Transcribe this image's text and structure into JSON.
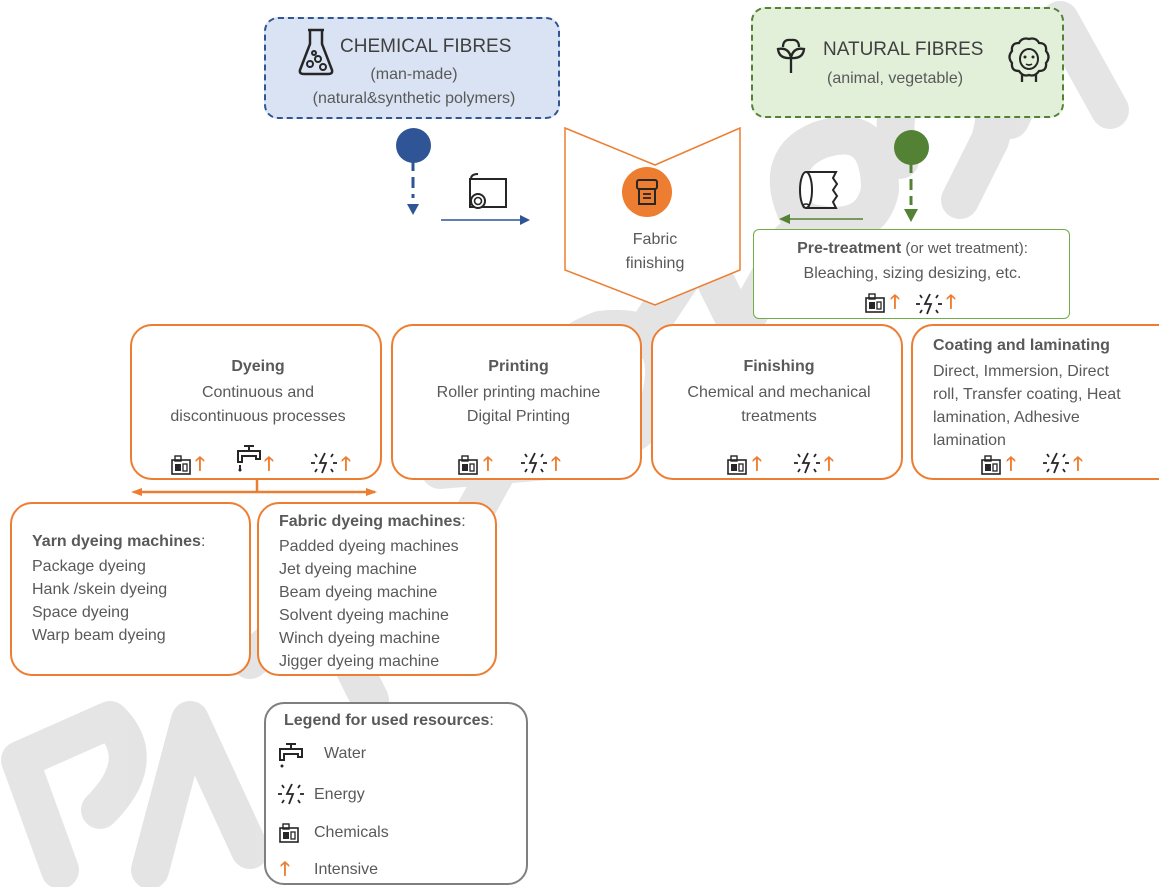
{
  "chemical": {
    "title": "CHEMICAL FIBRES",
    "sub1": "(man-made)",
    "sub2": "(natural&synthetic polymers)",
    "fill": "#dae3f3",
    "border": "#2f5597"
  },
  "natural": {
    "title": "NATURAL FIBRES",
    "sub1": "(animal, vegetable)",
    "fill": "#e2f0d9",
    "border": "#548235"
  },
  "center": {
    "line1": "Fabric",
    "line2": "finishing",
    "accent": "#ed7d31"
  },
  "pretreatment": {
    "title": "Pre-treatment",
    "title_suffix": " (or wet treatment):",
    "line": "Bleaching, sizing desizing, etc."
  },
  "dyeing": {
    "title": "Dyeing",
    "line1": "Continuous and",
    "line2": "discontinuous processes"
  },
  "printing": {
    "title": "Printing",
    "line1": "Roller printing machine",
    "line2": "Digital Printing"
  },
  "finishing": {
    "title": "Finishing",
    "line1": "Chemical and mechanical",
    "line2": "treatments"
  },
  "coating": {
    "title": "Coating and laminating",
    "lines": [
      "Direct, Immersion, Direct",
      "roll, Transfer coating, Heat",
      "lamination, Adhesive",
      "lamination"
    ]
  },
  "yarn": {
    "title": "Yarn dyeing machines",
    "title_suffix": ":",
    "items": [
      "Package dyeing",
      "Hank /skein dyeing",
      "Space dyeing",
      "Warp beam dyeing"
    ]
  },
  "fabric": {
    "title": "Fabric dyeing machines",
    "title_suffix": ":",
    "items": [
      "Padded dyeing machines",
      "Jet dyeing machine",
      "Beam dyeing machine",
      "Solvent dyeing machine",
      "Winch dyeing machine",
      "Jigger dyeing machine"
    ]
  },
  "legend": {
    "title": "Legend for used resources",
    "title_suffix": ":",
    "water": "Water",
    "energy": "Energy",
    "chemicals": "Chemicals",
    "intensive": "Intensive"
  },
  "icons": {
    "flask": "flask-icon",
    "plant": "plant-icon",
    "sheep": "sheep-icon",
    "roll": "fabric-roll-icon",
    "printer": "printer-icon",
    "chemicals": "chemicals-icon",
    "water": "water-tap-icon",
    "energy": "energy-icon",
    "intensive": "intensive-arrow-icon"
  },
  "symbols": {
    "up": "🡑"
  },
  "colors": {
    "orange": "#ed7d31",
    "blue": "#2f5597",
    "green": "#548235",
    "grey": "#595959"
  }
}
